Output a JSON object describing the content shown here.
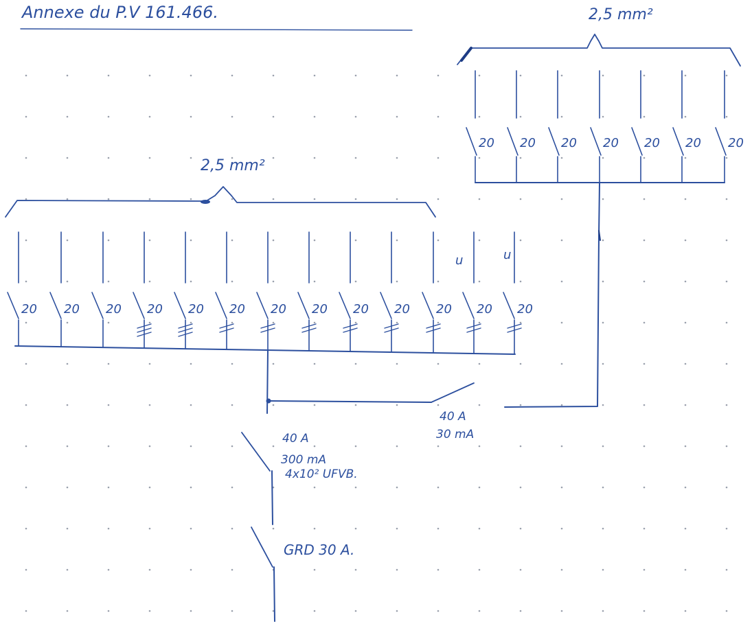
{
  "title": "Annexe du P.V 161.466.",
  "upper_panel": {
    "cable_section": "2,5 mm²",
    "breaker_ratings": [
      "20",
      "20",
      "20",
      "20",
      "20",
      "20",
      "20"
    ]
  },
  "lower_panel": {
    "cable_section": "2,5 mm²",
    "breaker_ratings": [
      "20",
      "20",
      "20",
      "20",
      "20",
      "20",
      "20",
      "20",
      "20",
      "20",
      "20",
      "20",
      "20"
    ],
    "extra_marks": [
      "u",
      "u"
    ]
  },
  "upper_rcd": {
    "rating": "40 A",
    "sensitivity": "30 mA"
  },
  "main_rcd": {
    "rating": "40 A",
    "sensitivity": "300 mA",
    "cable": "4x10² UFVB."
  },
  "grd": {
    "label": "GRD 30 A."
  },
  "colors": {
    "ink": "#2c4f9e",
    "paper": "#ffffff",
    "dots": "#9aa0ad"
  }
}
